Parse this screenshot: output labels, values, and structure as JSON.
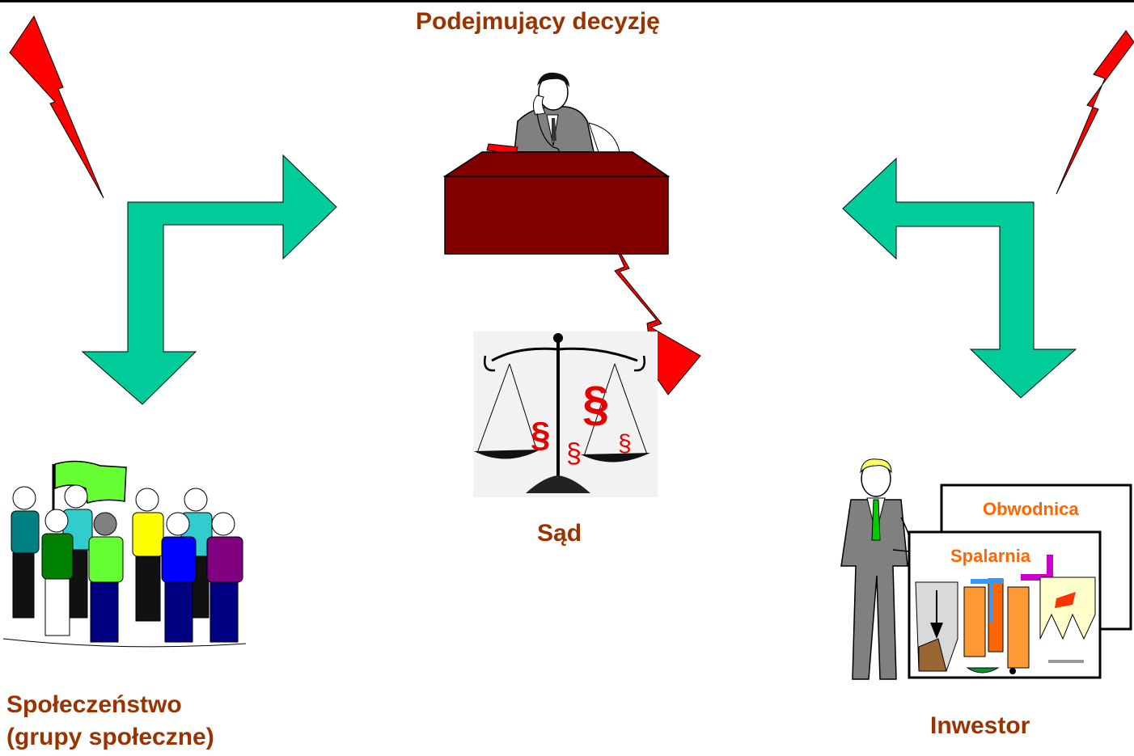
{
  "labels": {
    "decision_maker": "Podejmujący decyzję",
    "court": "Sąd",
    "society_line1": "Społeczeństwo",
    "society_line2": "(grupy społeczne)",
    "investor": "Inwestor"
  },
  "investor_boards": {
    "back": "Obwodnica",
    "front": "Spalarnia"
  },
  "court_symbol": "§",
  "colors": {
    "label": "#993300",
    "sign_text": "#ff6600",
    "arrow_fill": "#00cc99",
    "lightning_fill": "#ff0000",
    "desk_fill": "#800000",
    "flag_fill": "#66ff33"
  },
  "icons": [
    "lightning-icon",
    "flow-arrow-icon",
    "desk-icon",
    "scales-icon",
    "flag-icon",
    "person-icon"
  ]
}
